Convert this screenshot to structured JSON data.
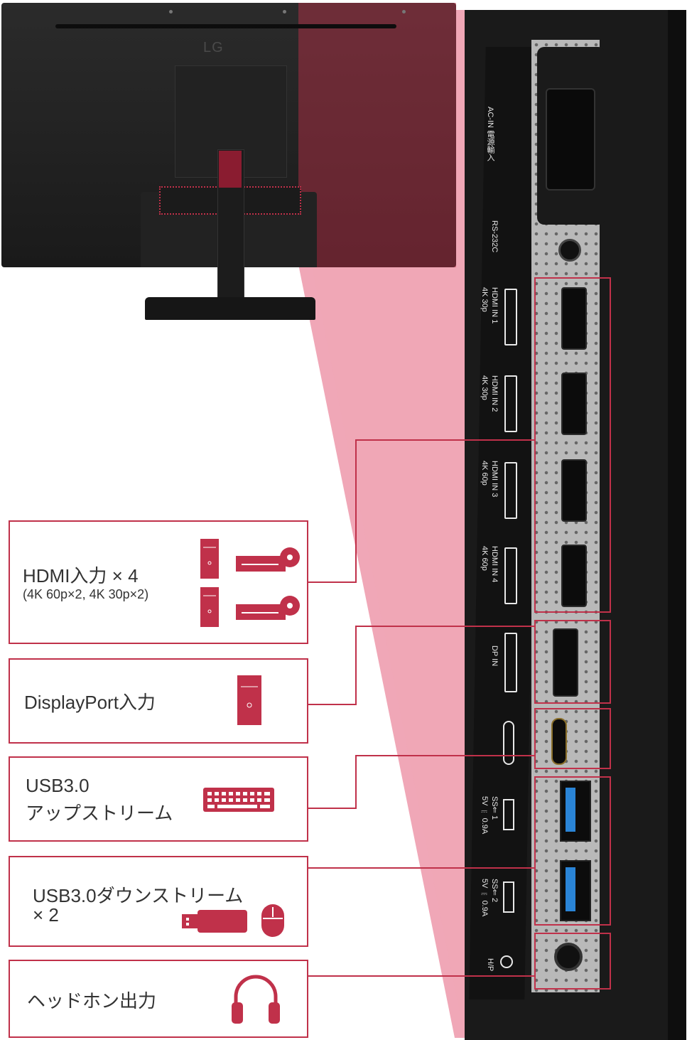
{
  "monitor": {
    "brand_logo": "LG"
  },
  "port_labels": {
    "ac_in": "AC-IN 電源輸入",
    "rs232c": "RS-232C",
    "hdmi1": "HDMI IN 1",
    "hdmi1_spec": "4K 30p",
    "hdmi2": "HDMI IN 2",
    "hdmi2_spec": "4K 30p",
    "hdmi3": "HDMI IN 3",
    "hdmi3_spec": "4K 60p",
    "hdmi4": "HDMI IN 4",
    "hdmi4_spec": "4K 60p",
    "dp_in": "DP IN",
    "usb1": "SS⇐ 1",
    "usb1_spec": "5V ⎓ 0.9A",
    "usb2": "SS⇐ 2",
    "usb2_spec": "5V ⎓ 0.9A",
    "hp": "H/P"
  },
  "callouts": [
    {
      "title": "HDMI入力 × 4",
      "subtitle": "(4K 60p×2, 4K 30p×2)"
    },
    {
      "title": "DisplayPort入力"
    },
    {
      "title": "USB3.0",
      "title2": "アップストリーム"
    },
    {
      "title": "USB3.0ダウンストリーム",
      "title2": "× 2"
    },
    {
      "title": "ヘッドホン出力"
    }
  ],
  "colors": {
    "accent": "#c0314a",
    "wedge": "#f0a7b7"
  },
  "icons": [
    "pc-tower-icon",
    "bluray-player-icon",
    "keyboard-icon",
    "usb-stick-icon",
    "mouse-icon",
    "headphones-icon"
  ]
}
